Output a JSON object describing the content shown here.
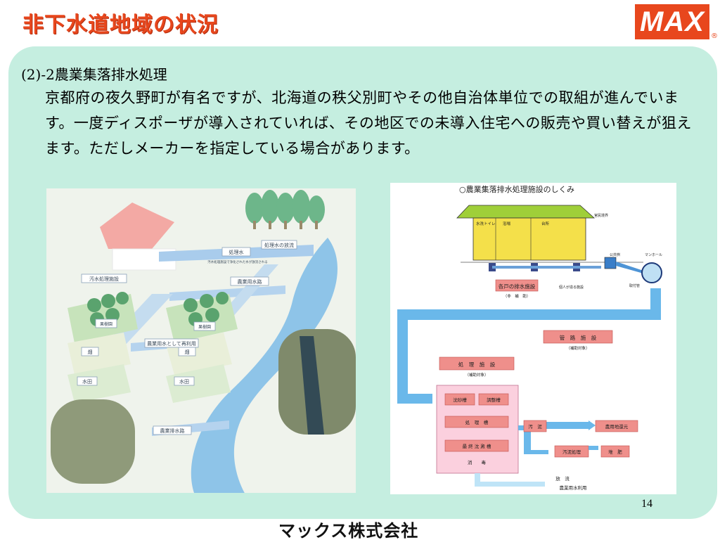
{
  "header": {
    "title": "非下水道地域の状況",
    "logo": "MAX",
    "registered": "®"
  },
  "content": {
    "heading": "(2)-2農業集落排水処理",
    "paragraph": "京都府の夜久野町が有名ですが、北海道の秩父別町やその他自治体単位での取組が進んでいます。一度ディスポーザが導入されていれば、その地区での未導入住宅への販売や買い替えが狙えます。ただしメーカーを指定している場合があります。"
  },
  "left_figure": {
    "labels": {
      "flow_treated": "処理水",
      "flow_treated_note": "汚水処理施設で浄化された水が放流される",
      "treated_release": "処理水の放流",
      "sewage_facility": "汚水処理施設",
      "agri_channel": "農業用水路",
      "reuse": "農業用水として再利用",
      "fruit_left": "果樹園",
      "fruit_right": "果樹園",
      "field_left": "畑",
      "field_right": "畑",
      "paddy_left": "水田",
      "paddy_right": "水田",
      "drain": "農業排水路"
    }
  },
  "right_figure": {
    "title": "○農業集落排水処理施設のしくみ",
    "labels": {
      "toilet": "水洗トイレ",
      "bath": "浴場",
      "kitchen": "台所",
      "boundary": "官民境界",
      "shared_pit": "公共桝",
      "manhole": "マンホール",
      "house_drain": "各戸の排水施設",
      "non_subsidy": "（非　補　助）",
      "individual": "個人が造る施設",
      "intake_pipe": "取付管",
      "pipe_facility": "管　路　施　設",
      "pipe_subsidy": "（補助対象）",
      "treat_facility": "処　理　施　設",
      "treat_subsidy": "（補助対象）",
      "grit_tank": "沈砂槽",
      "adjust_tank": "調整槽",
      "treat_tank": "処　理　槽",
      "settle_tank": "最 終 沈 澱 槽",
      "disinfect": "消　　毒",
      "sludge": "汚　泥",
      "return_farm": "農用地還元",
      "sludge_treat": "汚泥処理",
      "compost": "堆　肥",
      "discharge": "放　流",
      "agri_reuse": "農業用水利用"
    }
  },
  "footer": {
    "page": "14",
    "company": "マックス株式会社"
  },
  "colors": {
    "accent": "#e8471d",
    "panel": "#c5eee0"
  }
}
